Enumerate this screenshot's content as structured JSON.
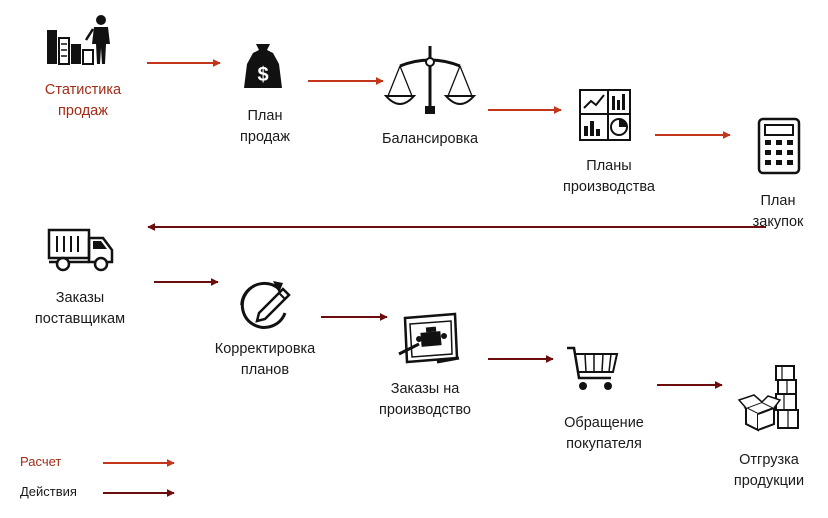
{
  "colors": {
    "calc": "#c4361b",
    "action": "#6b0d0d",
    "label_red": "#a52a16",
    "text": "#1a1a1a"
  },
  "steps": [
    {
      "id": "sales-stats",
      "lines": [
        "Статистика",
        "продаж"
      ],
      "icon": "bar-chart-person-icon"
    },
    {
      "id": "sales-plan",
      "lines": [
        "План",
        "продаж"
      ],
      "icon": "money-bag-icon"
    },
    {
      "id": "balancing",
      "lines": [
        "Балансировка"
      ],
      "icon": "scales-icon"
    },
    {
      "id": "production-plans",
      "lines": [
        "Планы",
        "производства"
      ],
      "icon": "dashboard-icon"
    },
    {
      "id": "purchase-plan",
      "lines": [
        "План",
        "закупок"
      ],
      "icon": "calculator-icon"
    },
    {
      "id": "supplier-orders",
      "lines": [
        "Заказы",
        "поставщикам"
      ],
      "icon": "truck-icon"
    },
    {
      "id": "plan-adjustment",
      "lines": [
        "Корректировка",
        "планов"
      ],
      "icon": "refresh-pencil-icon"
    },
    {
      "id": "production-orders",
      "lines": [
        "Заказы на",
        "производство"
      ],
      "icon": "blueprint-icon"
    },
    {
      "id": "customer-request",
      "lines": [
        "Обращение",
        "покупателя"
      ],
      "icon": "shopping-cart-icon"
    },
    {
      "id": "shipment",
      "lines": [
        "Отгрузка",
        "продукции"
      ],
      "icon": "boxes-icon"
    }
  ],
  "legend": {
    "calc": "Расчет",
    "action": "Действия"
  }
}
